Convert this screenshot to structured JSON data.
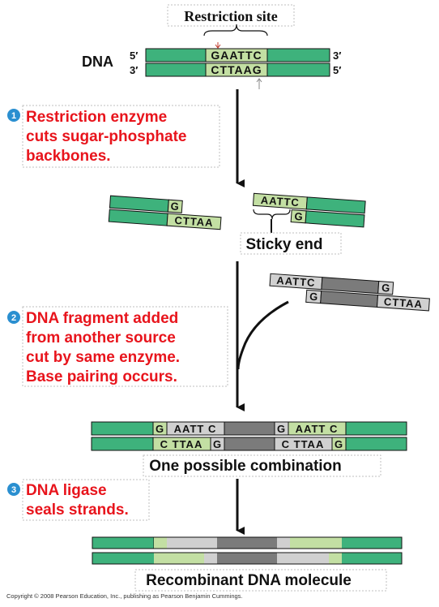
{
  "labels": {
    "restriction_site": "Restriction site",
    "dna": "DNA",
    "five_prime": "5′",
    "three_prime": "3′",
    "sticky_end": "Sticky end",
    "one_possible_combination": "One possible combination",
    "recombinant_dna_molecule": "Recombinant DNA molecule"
  },
  "sequences": {
    "top": "GAATTC",
    "bottom": "CTTAAG",
    "left_fragment_top": "G",
    "left_fragment_bottom": "CTTAA",
    "right_fragment_top": "AATTC",
    "right_fragment_bottom": "G",
    "foreign_top_left": "AATTC",
    "foreign_top_right": "G",
    "foreign_bottom_left": "G",
    "foreign_bottom_right": "CTTAA",
    "comb_top_g1": "G",
    "comb_top_aatt_c1": "AATT C",
    "comb_top_g2": "G",
    "comb_top_aatt_c2": "AATT C",
    "comb_bottom_c_ttaa1": "C TTAA",
    "comb_bottom_g1": "G",
    "comb_bottom_c_ttaa2": "C TTAA",
    "comb_bottom_g2": "G"
  },
  "steps": [
    {
      "number": "1",
      "lines": [
        "Restriction enzyme",
        "cuts sugar-phosphate",
        "backbones."
      ]
    },
    {
      "number": "2",
      "lines": [
        "DNA fragment added",
        "from another source",
        "cut by same enzyme.",
        "Base pairing occurs."
      ]
    },
    {
      "number": "3",
      "lines": [
        "DNA ligase",
        "seals strands."
      ]
    }
  ],
  "copyright": "Copyright © 2008 Pearson Education, Inc., publishing as Pearson Benjamin Cummings.",
  "colors": {
    "green_strand": "#3eb27c",
    "site_light": "#c3dfa3",
    "gray_strand": "#7b7b7b",
    "light_gray": "#d0d0d0",
    "step_text": "#e8141c",
    "badge": "#2a8fd0"
  }
}
